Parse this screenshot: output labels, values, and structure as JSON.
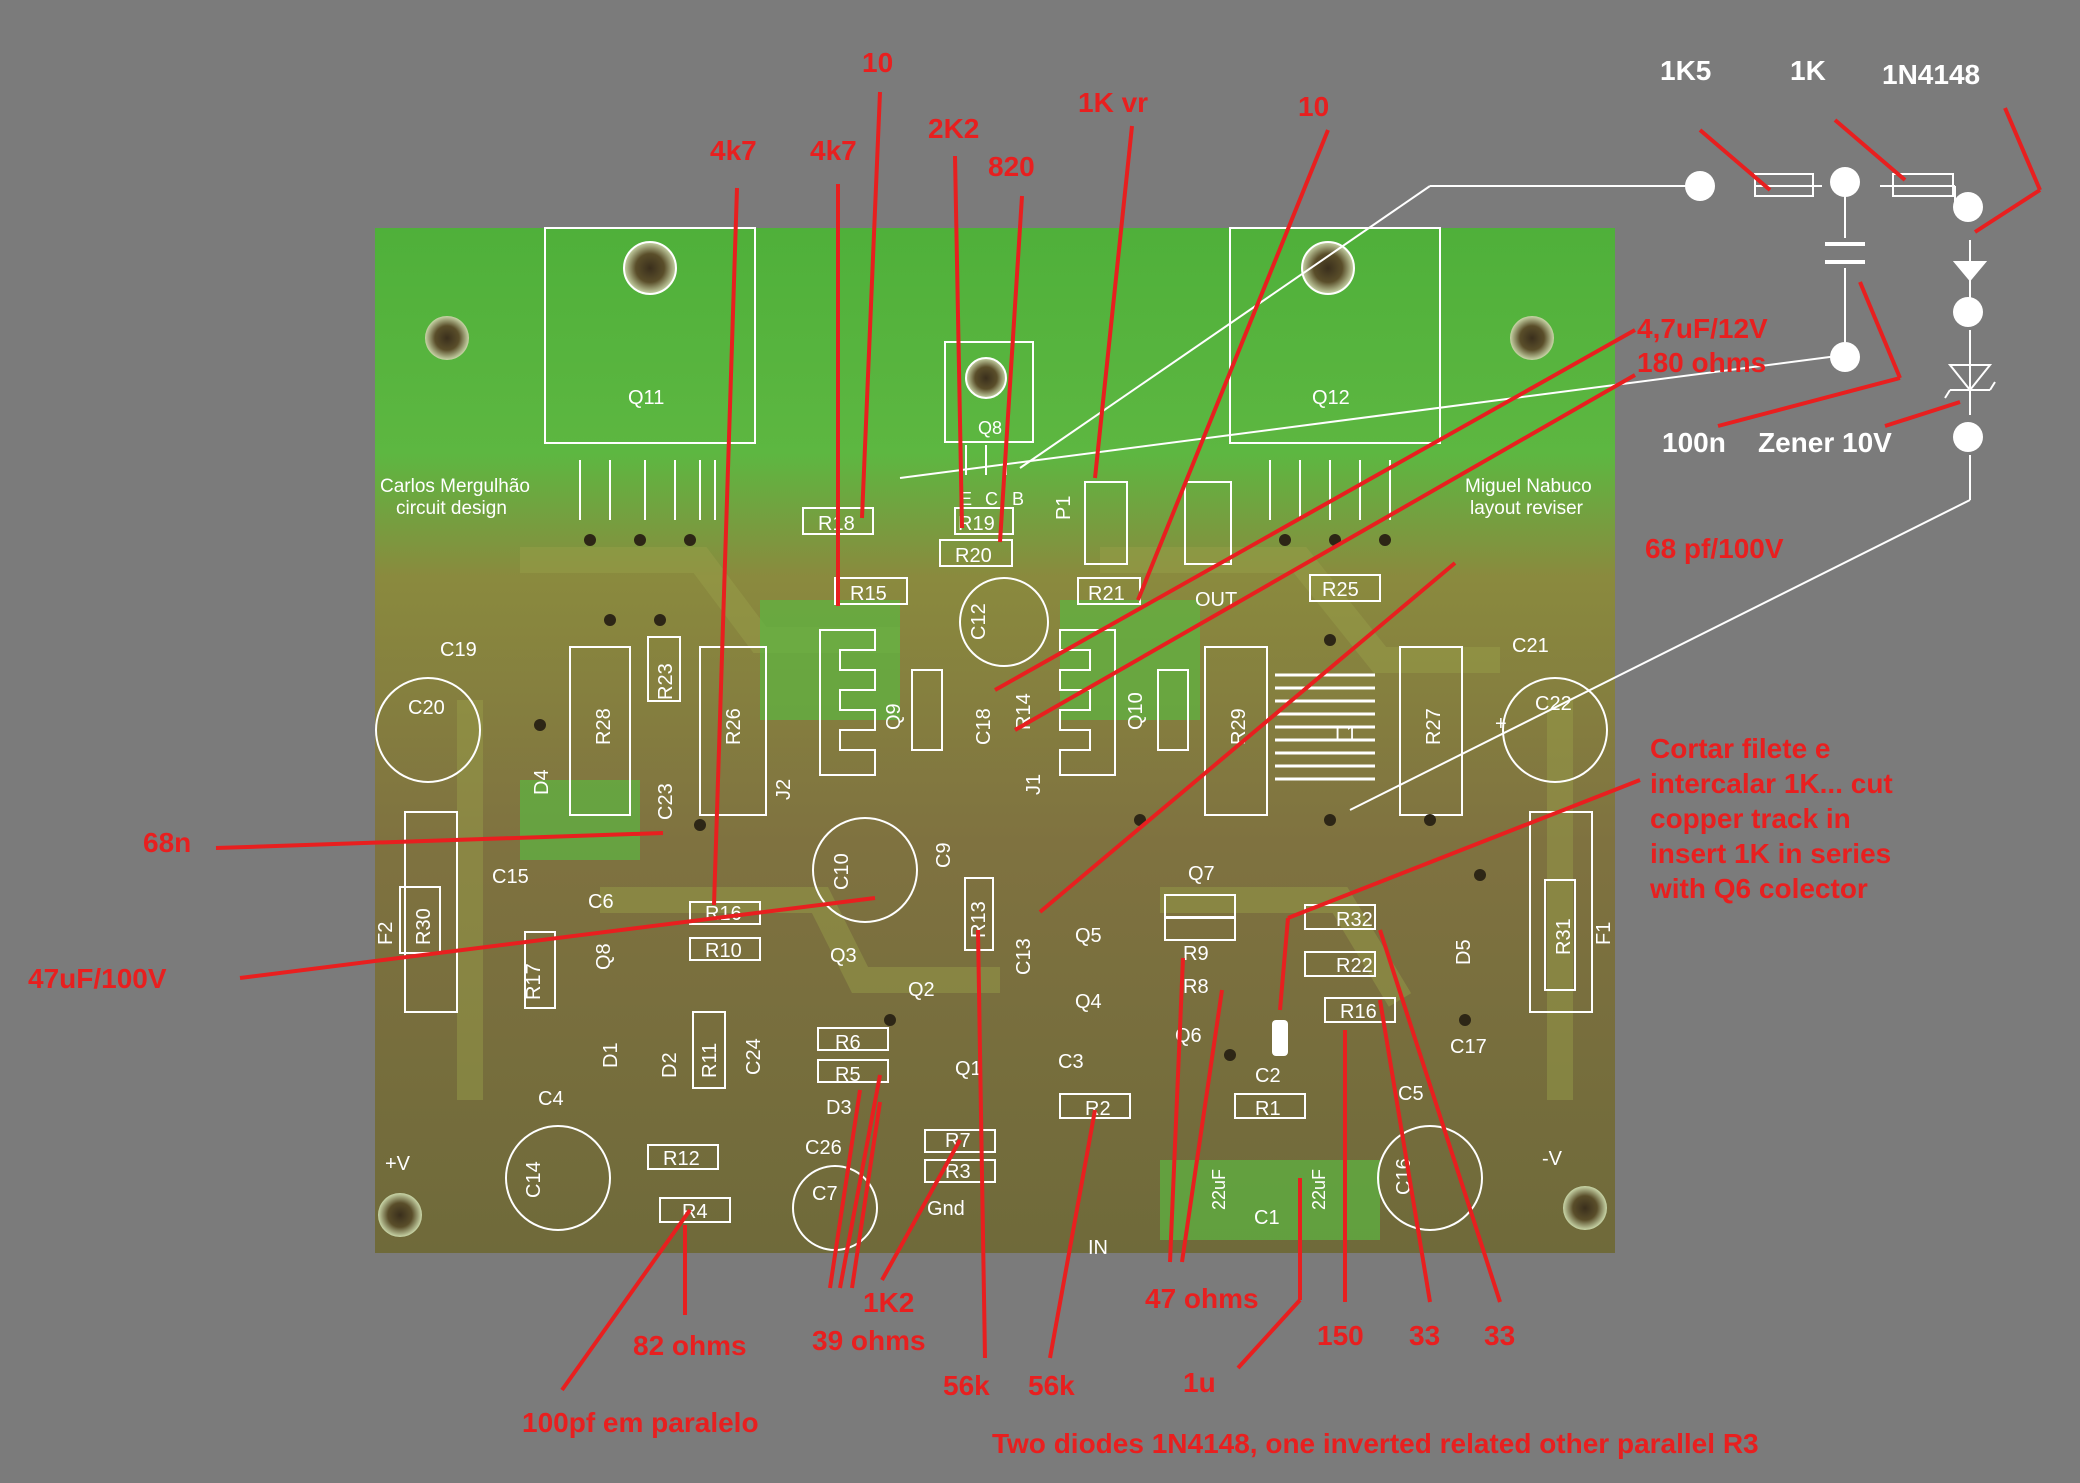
{
  "board": {
    "credit_left": [
      "Carlos Mergulhão",
      "circuit design"
    ],
    "credit_right": [
      "Miguel Nabuco",
      "layout reviser"
    ],
    "labels": {
      "Q11": "Q11",
      "Q12": "Q12",
      "Q8": "Q8",
      "Q9": "Q9",
      "Q10": "Q10",
      "R18": "R18",
      "R19": "R19",
      "R20": "R20",
      "R15": "R15",
      "R21": "R21",
      "R25": "R25",
      "P1": "P1",
      "OUT": "OUT",
      "C12": "C12",
      "C18": "C18",
      "R14": "R14",
      "C19": "C19",
      "C20": "C20",
      "C21": "C21",
      "C22": "C22",
      "R28": "R28",
      "R23": "R23",
      "R26": "R26",
      "R29": "R29",
      "L1": "L1",
      "R27": "R27",
      "D4": "D4",
      "C23": "C23",
      "J2": "J2",
      "J1": "J1",
      "C10": "C10",
      "C9": "C9",
      "C15": "C15",
      "C6": "C6",
      "R16a": "R16",
      "R10": "R10",
      "Q8b": "Q8",
      "Q3": "Q3",
      "Q2": "Q2",
      "R13": "R13",
      "C13": "C13",
      "Q5": "Q5",
      "Q4": "Q4",
      "Q7": "Q7",
      "R9": "R9",
      "R8": "R8",
      "Q6": "Q6",
      "R32": "R32",
      "R22": "R22",
      "R16": "R16",
      "D5": "D5",
      "R31": "R31",
      "F1": "F1",
      "F2": "F2",
      "R30": "R30",
      "R17": "R17",
      "D1": "D1",
      "D2": "D2",
      "R11": "R11",
      "C24": "C24",
      "R6": "R6",
      "R5": "R5",
      "D3": "D3",
      "Q1": "Q1",
      "C3": "C3",
      "C2": "C2",
      "R1": "R1",
      "R2": "R2",
      "C17": "C17",
      "C5": "C5",
      "C4": "C4",
      "C26": "C26",
      "R7": "R7",
      "R3": "R3",
      "C14": "C14",
      "R12": "R12",
      "R4": "R4",
      "C7": "C7",
      "Gnd": "Gnd",
      "IN": "IN",
      "C1": "C1",
      "cap22a": "22uF",
      "cap22b": "22uF",
      "C16": "C16",
      "plusV": "+V",
      "minusV": "-V",
      "plus": "+",
      "B": "B",
      "E": "E",
      "C": "C"
    }
  },
  "annotations": {
    "v4k7a": "4k7",
    "v4k7b": "4k7",
    "v10a": "10",
    "v2k2": "2K2",
    "v820": "820",
    "v1kvr": "1K vr",
    "v10b": "10",
    "v47uf12": "4,7uF/12V",
    "v180": "180 ohms",
    "v68pf": "68 pf/100V",
    "v68n": "68n",
    "v47uf100": "47uF/100V",
    "note": [
      "Cortar filete e",
      "intercalar 1K... cut",
      "copper track in",
      "insert 1K in series",
      "with Q6 colector"
    ],
    "v82": "82 ohms",
    "v100pf": "100pf em paralelo",
    "v1k2": "1K2",
    "v39": "39 ohms",
    "v56ka": "56k",
    "v56kb": "56k",
    "v47ohms": "47 ohms",
    "v1u": "1u",
    "v150": "150",
    "v33a": "33",
    "v33b": "33",
    "bottom": "Two diodes 1N4148, one inverted related  other parallel R3"
  },
  "schematic": {
    "r1": "1K5",
    "r2": "1K",
    "d": "1N4148",
    "c": "100n",
    "z": "Zener 10V"
  },
  "colors": {
    "background": "#7b7b7b",
    "board_green": "#58b43c",
    "board_brown": "#8a7a3c",
    "silk": "#ffffff",
    "annotation": "#e81f1f"
  }
}
